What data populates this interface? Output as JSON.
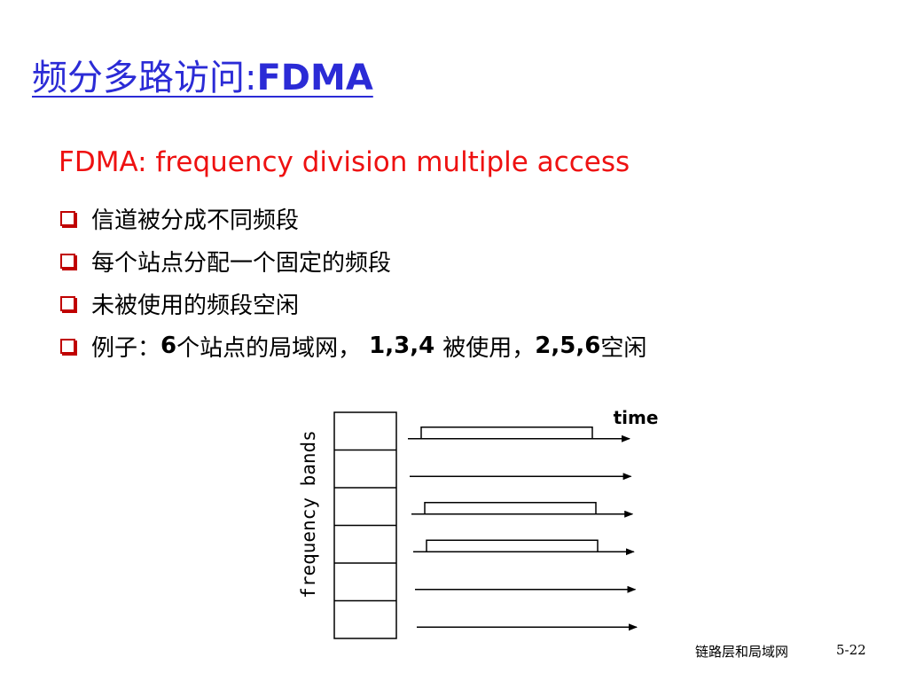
{
  "slide": {
    "title_cn": "频分多路访问:",
    "title_en": "FDMA",
    "subtitle": "FDMA: frequency division multiple access",
    "bullets": [
      {
        "parts": [
          "信道被分成不同频段"
        ]
      },
      {
        "parts": [
          "每个站点分配一个固定的频段"
        ]
      },
      {
        "parts": [
          "未被使用的频段空闲"
        ]
      },
      {
        "parts": [
          "例子：",
          "6",
          "个站点的局域网，",
          " 1,3,4 ",
          "被使用，",
          "2,5,6",
          "空闲"
        ]
      }
    ],
    "footer_left": "链路层和局域网",
    "footer_right": "5-22"
  },
  "diagram": {
    "time_label": "time",
    "axis_label": "frequency bands",
    "band_count": 6,
    "used_bands": [
      1,
      3,
      4
    ],
    "idle_bands": [
      2,
      5,
      6
    ],
    "colors": {
      "bullet": "#c00000",
      "title": "#2b2bd6",
      "subtitle": "#ee1111"
    }
  }
}
